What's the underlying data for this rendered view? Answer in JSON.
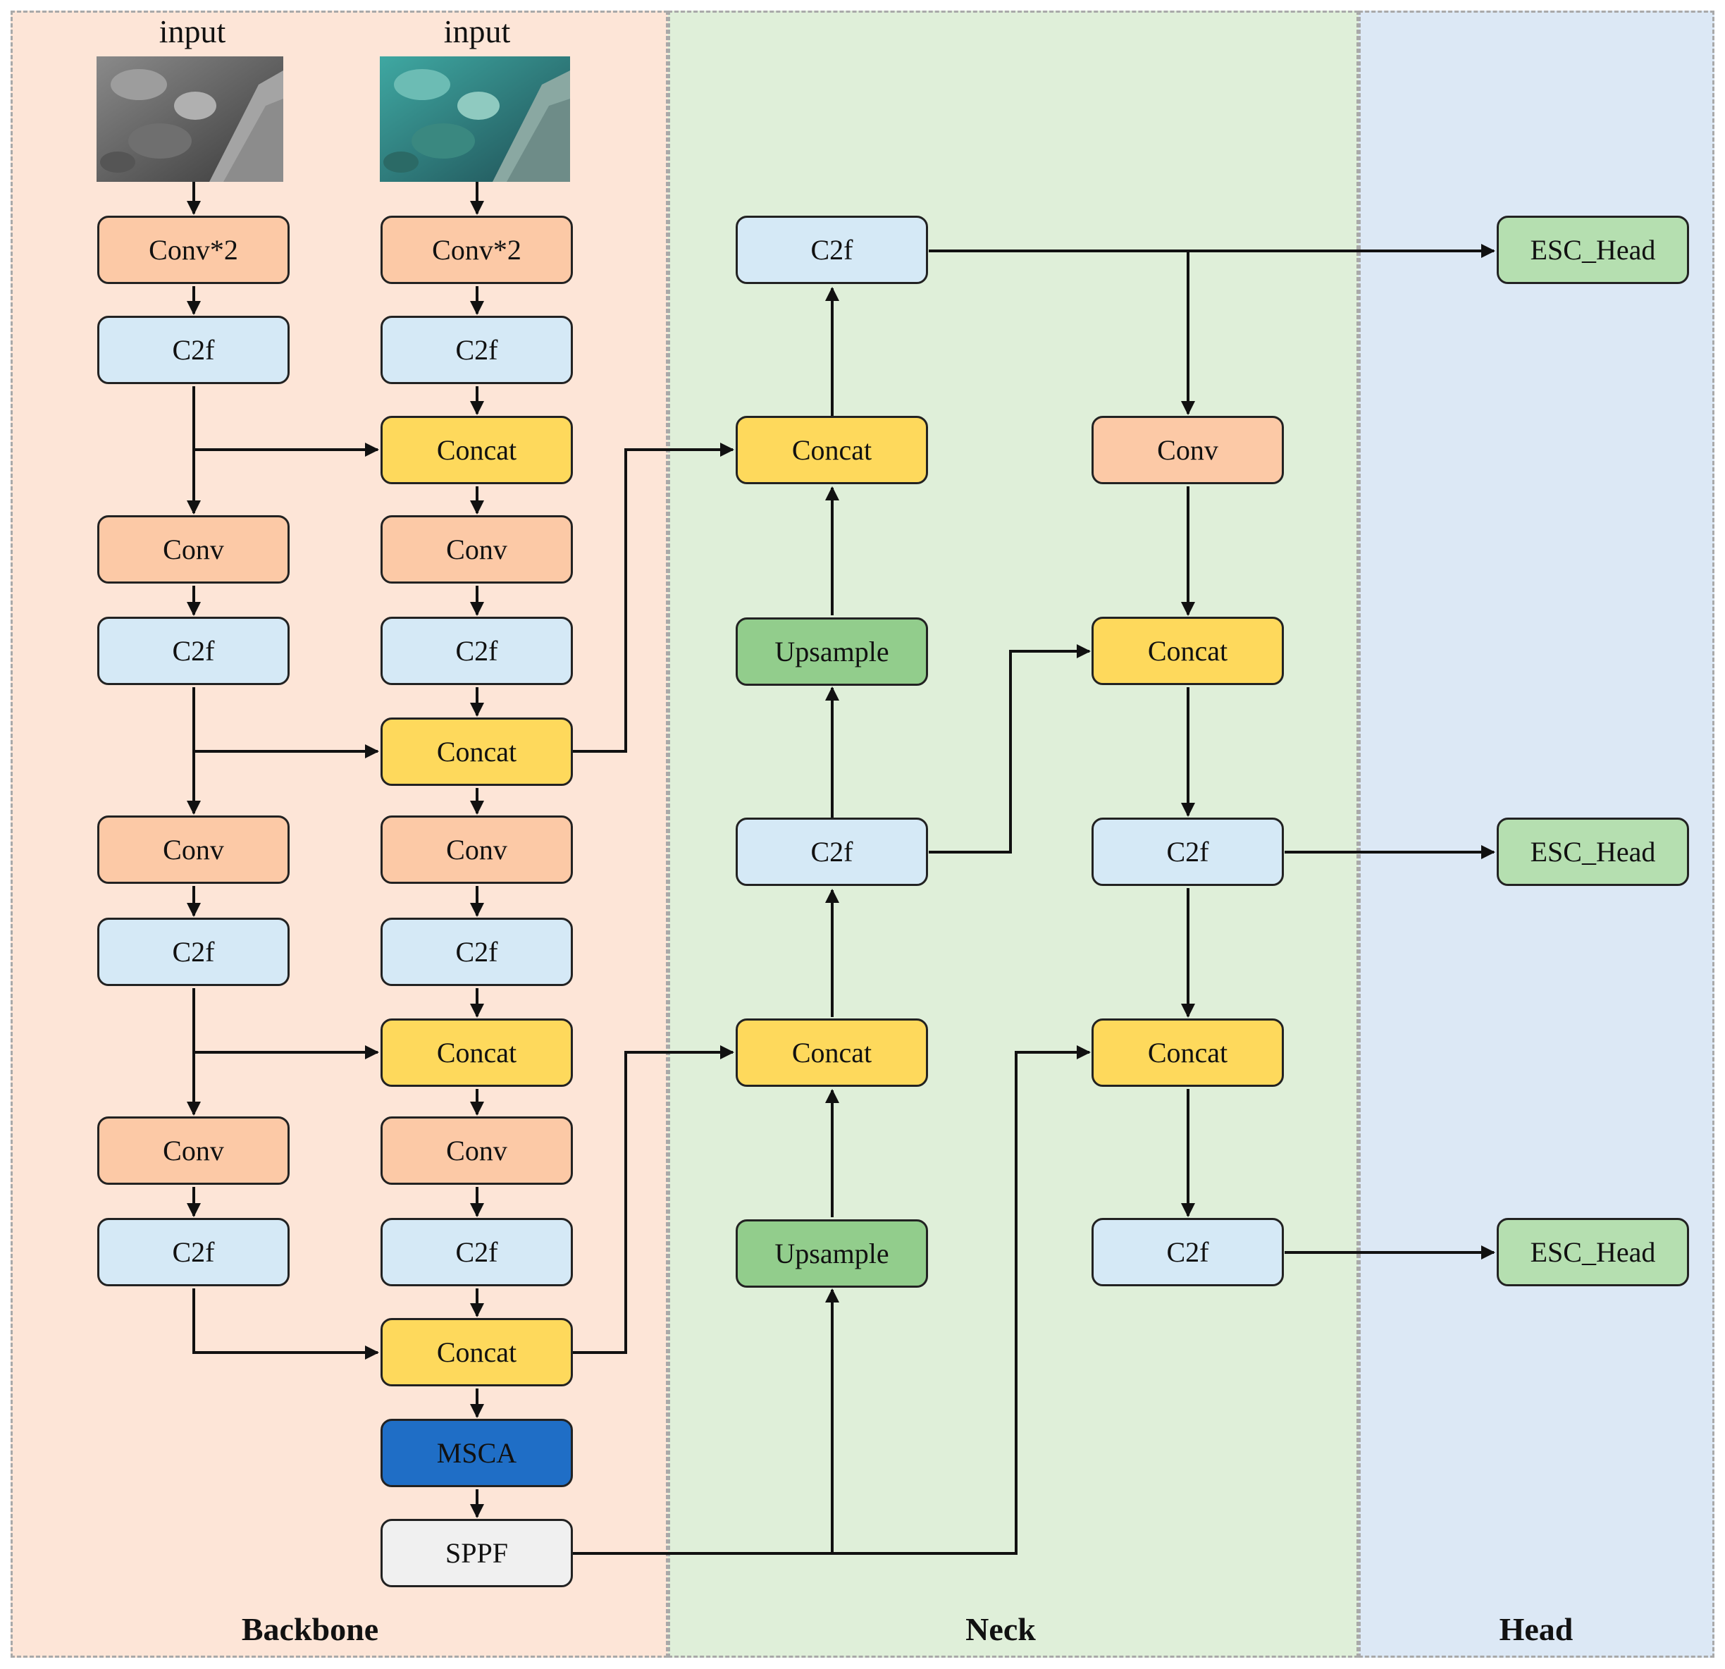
{
  "panels": {
    "backbone": "Backbone",
    "neck": "Neck",
    "head": "Head"
  },
  "inputs": {
    "left_label": "input",
    "right_label": "input"
  },
  "blocks": {
    "l_conv2": "Conv*2",
    "l_c2f_1": "C2f",
    "l_conv_1": "Conv",
    "l_c2f_2": "C2f",
    "l_conv_2": "Conv",
    "l_c2f_3": "C2f",
    "l_conv_3": "Conv",
    "l_c2f_4": "C2f",
    "r_conv2": "Conv*2",
    "r_c2f_1": "C2f",
    "r_concat_1": "Concat",
    "r_conv_1": "Conv",
    "r_c2f_2": "C2f",
    "r_concat_2": "Concat",
    "r_conv_2": "Conv",
    "r_c2f_3": "C2f",
    "r_concat_3": "Concat",
    "r_conv_3": "Conv",
    "r_c2f_4": "C2f",
    "r_concat_4": "Concat",
    "msca": "MSCA",
    "sppf": "SPPF",
    "n_c2f_top": "C2f",
    "n_concat_1": "Concat",
    "n_upsample_1": "Upsample",
    "n_c2f_mid": "C2f",
    "n_concat_2": "Concat",
    "n_upsample_2": "Upsample",
    "n_conv": "Conv",
    "n_concat_3": "Concat",
    "n_c2f_right_1": "C2f",
    "n_concat_4": "Concat",
    "n_c2f_right_2": "C2f",
    "head_1": "ESC_Head",
    "head_2": "ESC_Head",
    "head_3": "ESC_Head"
  },
  "colors": {
    "conv": "#fcc9a6",
    "c2f": "#d5e9f6",
    "concat": "#fed95c",
    "upsample": "#92cd8c",
    "esc_head": "#b5dfb0",
    "msca": "#1f6ec6",
    "sppf": "#f0f0f0",
    "backbone_bg": "#fde5d7",
    "neck_bg": "#dfefd9",
    "head_bg": "#dce8f5"
  }
}
